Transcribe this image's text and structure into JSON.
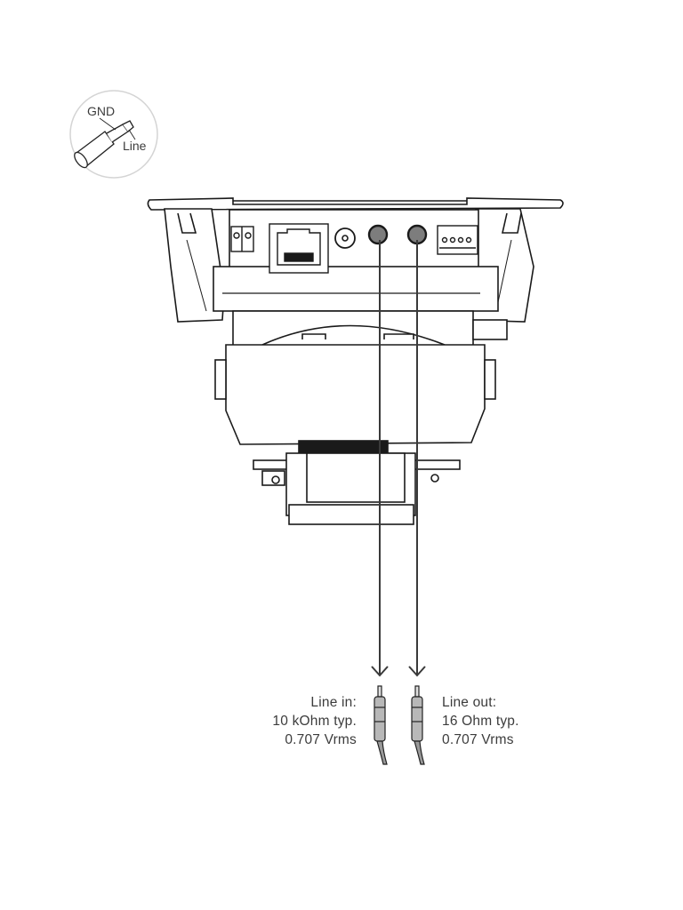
{
  "inset": {
    "gnd_label": "GND",
    "line_label": "Line"
  },
  "device": {
    "connectors": [
      "power-terminal",
      "rj45-ethernet",
      "coax",
      "audio-line-in",
      "audio-line-out",
      "io-terminal"
    ]
  },
  "line_in": {
    "title": "Line in:",
    "impedance": "10 kOhm typ.",
    "level": "0.707 Vrms"
  },
  "line_out": {
    "title": "Line out:",
    "impedance": "16 Ohm typ.",
    "level": "0.707 Vrms"
  },
  "colors": {
    "stroke": "#1a1a1a",
    "jack_fill": "#8a8a8a",
    "plug_fill": "#b8b8b8",
    "inset_border": "#d0d0d0"
  }
}
